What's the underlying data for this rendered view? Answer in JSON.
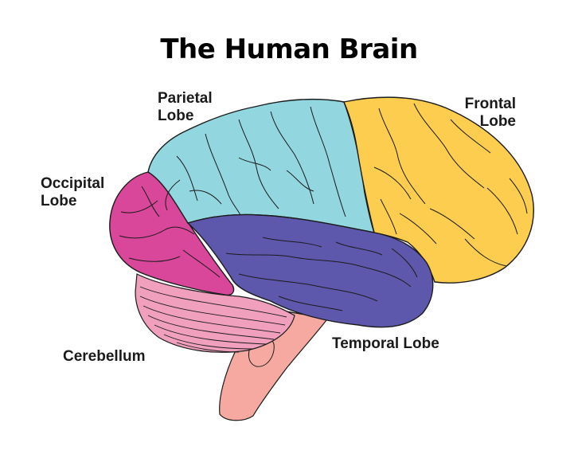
{
  "title": "The Human Brain",
  "labels": {
    "parietal": [
      "Parietal",
      "Lobe"
    ],
    "frontal": [
      "Frontal",
      "Lobe"
    ],
    "occipital": [
      "Occipital",
      "Lobe"
    ],
    "temporal": "Temporal Lobe",
    "cerebellum": "Cerebellum"
  },
  "colors": {
    "parietal": "#92d6e0",
    "frontal": "#fccd4e",
    "occipital": "#d9479a",
    "temporal": "#5e58ad",
    "cerebellum": "#f0a0bd",
    "brainstem": "#f5a9a0",
    "outline": "#1b1b1b"
  }
}
